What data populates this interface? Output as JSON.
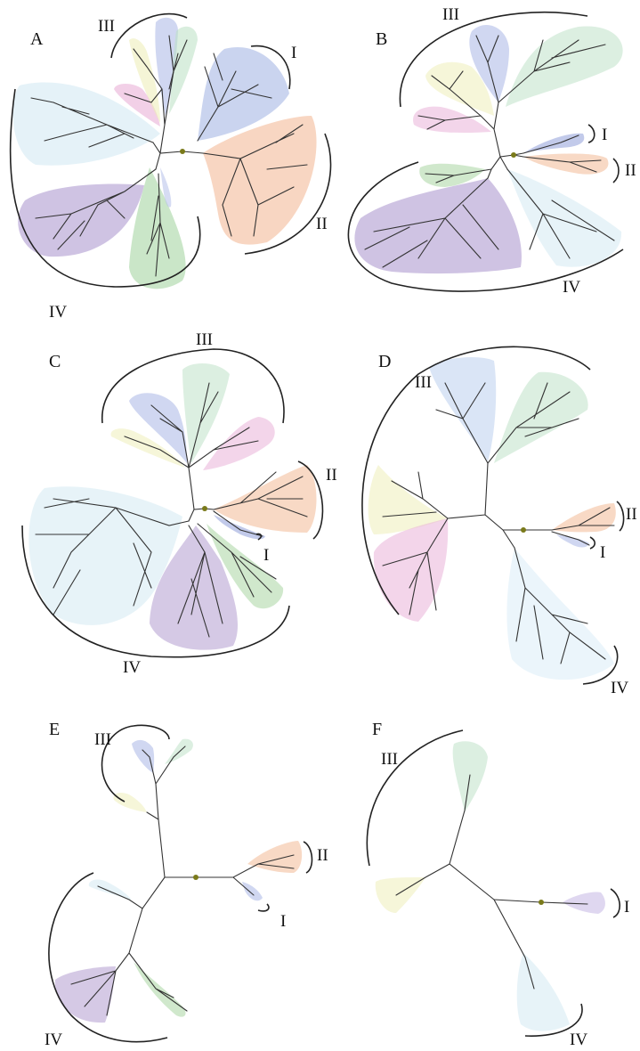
{
  "colors": {
    "blue": "#a9b6e6",
    "orange": "#f2b995",
    "lightblue": "#d3eaf3",
    "purple": "#b39cd0",
    "green": "#a9d6a3",
    "yellow": "#eeeeb9",
    "pink": "#eab2d9",
    "mint": "#bfe2c9",
    "root": "#7a7a1a"
  },
  "panels": [
    {
      "letter": "A",
      "labels": {
        "I": "I",
        "II": "II",
        "III": "III",
        "IV": "IV"
      }
    },
    {
      "letter": "B",
      "labels": {
        "I": "I",
        "II": "II",
        "III": "III",
        "IV": "IV"
      }
    },
    {
      "letter": "C",
      "labels": {
        "I": "I",
        "II": "II",
        "III": "III",
        "IV": "IV"
      }
    },
    {
      "letter": "D",
      "labels": {
        "I": "I",
        "II": "II",
        "III": "III",
        "IV": "IV"
      }
    },
    {
      "letter": "E",
      "labels": {
        "I": "I",
        "II": "II",
        "III": "III",
        "IV": "IV"
      }
    },
    {
      "letter": "F",
      "labels": {
        "I": "I",
        "III": "III",
        "IV": "IV"
      }
    }
  ]
}
